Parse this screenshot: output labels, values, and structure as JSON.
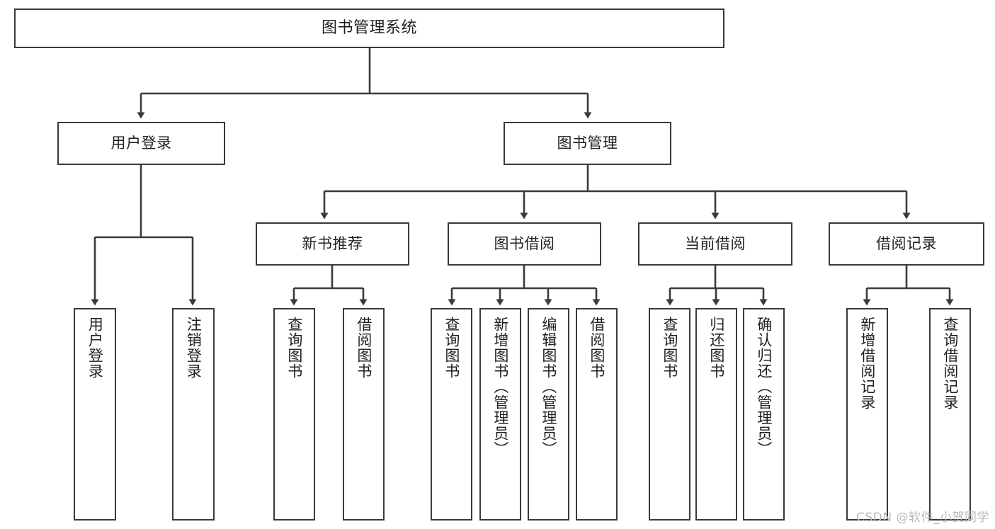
{
  "diagram": {
    "title": "图书管理系统",
    "watermark": "CSDN @软件_小贺同学",
    "colors": {
      "stroke": "#3a3a3a",
      "fill": "#ffffff",
      "text": "#1f1f1f",
      "watermark": "#b9b9b9"
    },
    "nodes": {
      "root": {
        "label": "图书管理系统"
      },
      "level2": [
        {
          "label": "用户登录"
        },
        {
          "label": "图书管理"
        }
      ],
      "level3": [
        {
          "label": "新书推荐"
        },
        {
          "label": "图书借阅"
        },
        {
          "label": "当前借阅"
        },
        {
          "label": "借阅记录"
        }
      ],
      "leaves": {
        "user_login": [
          {
            "label": "用户登录"
          },
          {
            "label": "注销登录"
          }
        ],
        "new_book": [
          {
            "label": "查询图书"
          },
          {
            "label": "借阅图书"
          }
        ],
        "book_borrow": [
          {
            "label": "查询图书"
          },
          {
            "label": "新增图书（管理员）"
          },
          {
            "label": "编辑图书（管理员）"
          },
          {
            "label": "借阅图书"
          }
        ],
        "current_borrow": [
          {
            "label": "查询图书"
          },
          {
            "label": "归还图书"
          },
          {
            "label": "确认归还（管理员）"
          }
        ],
        "borrow_record": [
          {
            "label": "新增借阅记录"
          },
          {
            "label": "查询借阅记录"
          }
        ]
      }
    }
  }
}
